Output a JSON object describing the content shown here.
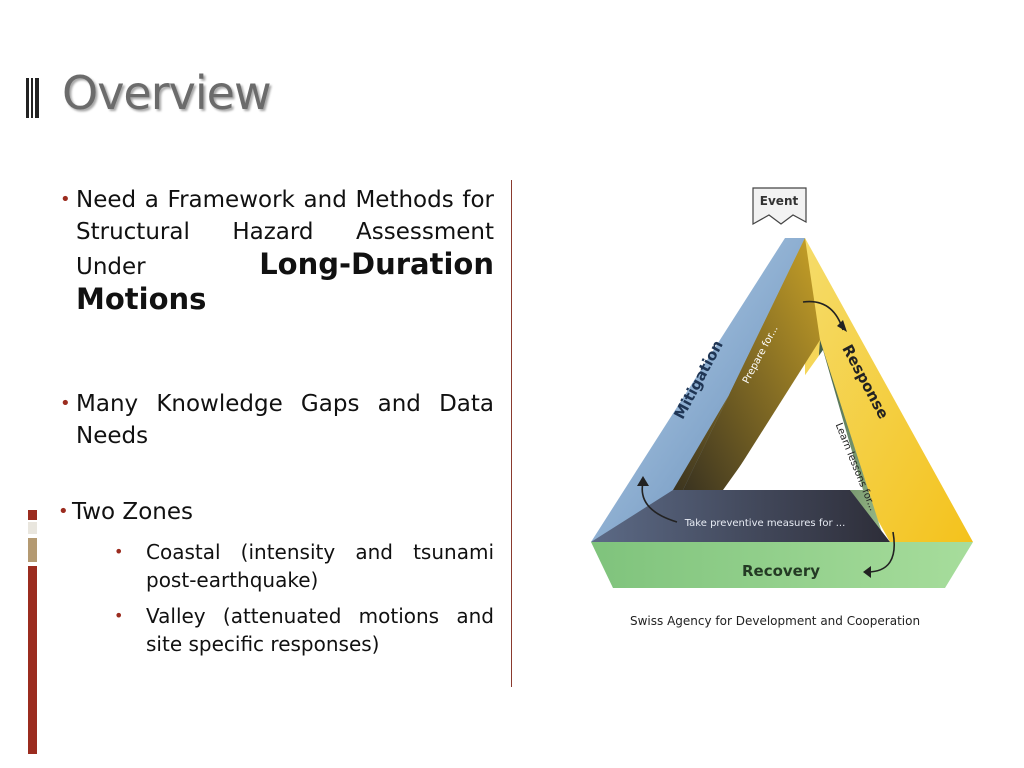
{
  "slide": {
    "title": "Overview",
    "bullets": [
      {
        "text": "Need a Framework and Methods for Structural Hazard Assessment Under ",
        "emphasis": "Long-Duration Motions"
      },
      {
        "text": "Many Knowledge Gaps and Data Needs"
      },
      {
        "text": "Two Zones",
        "subs": [
          "Coastal (intensity and tsunami post-earthquake)",
          "Valley (attenuated motions and site specific responses)"
        ]
      }
    ],
    "bullet_glyph": "•",
    "colors": {
      "accent": "#9b2c1f",
      "title": "#6b6b6b"
    }
  },
  "diagram": {
    "event_label": "Event",
    "mitigation_label": "Mitigation",
    "response_label": "Response",
    "recovery_label": "Recovery",
    "prepare_label": "Prepare for...",
    "learn_label": "Learn lessons for...",
    "preventive_label": "Take preventive measures for ...",
    "colors": {
      "mitigation": "#7fa6cf",
      "response": "#f0c733",
      "recovery": "#8ccf86",
      "inner": "#4f6e5a"
    }
  },
  "caption": "Swiss Agency for Development and Cooperation"
}
